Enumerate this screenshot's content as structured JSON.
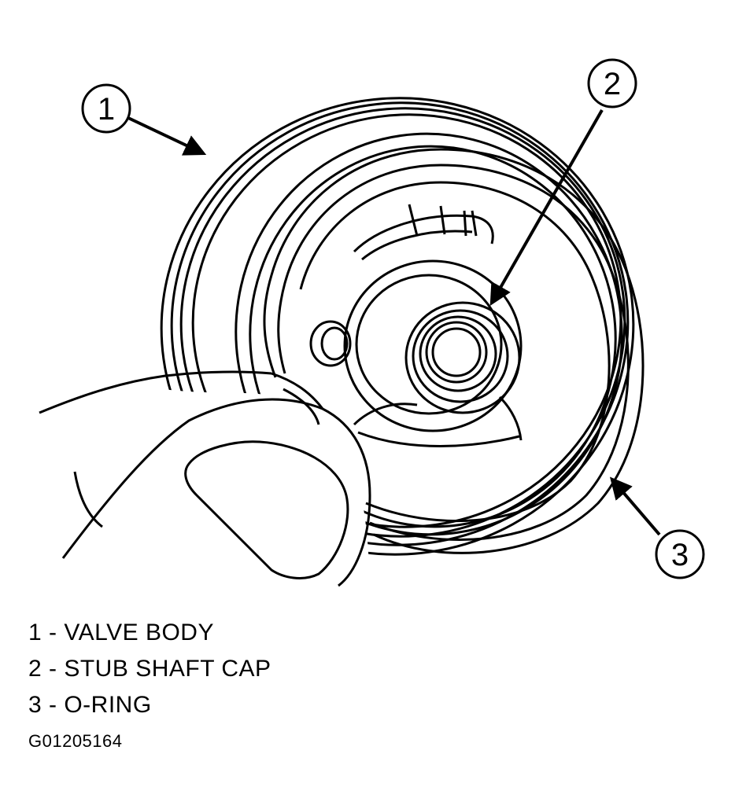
{
  "callouts": [
    {
      "number": "1"
    },
    {
      "number": "2"
    },
    {
      "number": "3"
    }
  ],
  "legend": [
    {
      "text": "1 - VALVE BODY"
    },
    {
      "text": "2 - STUB SHAFT CAP"
    },
    {
      "text": "3 - O-RING"
    }
  ],
  "figure_id": "G01205164"
}
